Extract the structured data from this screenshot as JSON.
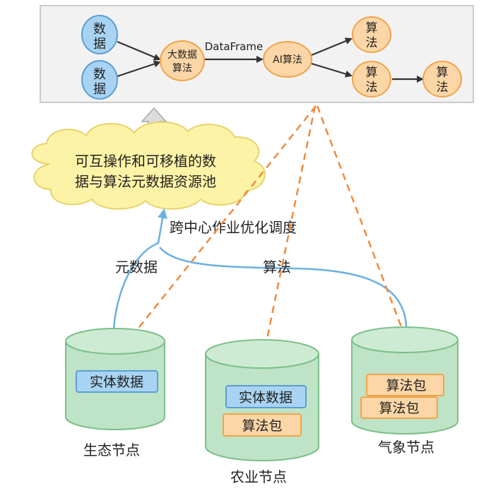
{
  "pipeline": {
    "data_node_1": [
      "数",
      "据"
    ],
    "data_node_2": [
      "数",
      "据"
    ],
    "bigdata_algo": [
      "大数据",
      "算法"
    ],
    "dataframe_label": "DataFrame",
    "ai_algo": "AI算法",
    "algo_node_top": [
      "算",
      "法"
    ],
    "algo_node_mid": [
      "算",
      "法"
    ],
    "algo_node_right": [
      "算",
      "法"
    ]
  },
  "pool": {
    "line1": "可互操作和可移植的数",
    "line2": "据与算法元数据资源池"
  },
  "edges": {
    "cross_center": "跨中心作业优化调度",
    "metadata": "元数据",
    "algorithm": "算法"
  },
  "nodes": {
    "ecology": {
      "label": "生态节点",
      "items": [
        "实体数据"
      ]
    },
    "agriculture": {
      "label": "农业节点",
      "items": [
        "实体数据",
        "算法包"
      ]
    },
    "weather": {
      "label": "气象节点",
      "items": [
        "算法包",
        "算法包"
      ]
    }
  },
  "colors": {
    "blue_fill": "#a9d3f2",
    "blue_stroke": "#5a9fd4",
    "orange_fill": "#fcd6a6",
    "orange_stroke": "#f0a44a",
    "green_fill": "#bfe3c6",
    "green_stroke": "#7cbf8a",
    "cloud_fill": "#fdf3a6",
    "cloud_stroke": "#e6d36a",
    "dash_orange": "#ef8a3c",
    "arrow_blue": "#6ab0e0",
    "panel_fill": "#f2f2f2",
    "panel_stroke": "#bcbcbc"
  }
}
